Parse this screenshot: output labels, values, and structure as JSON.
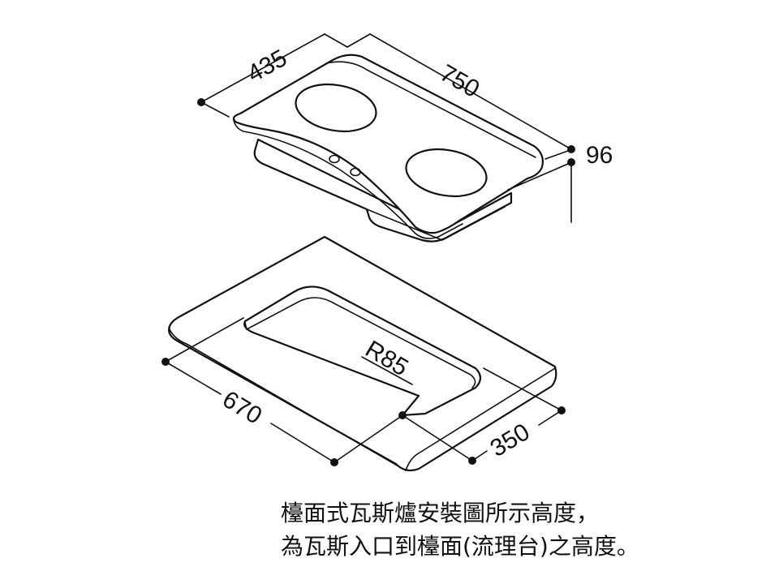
{
  "hob": {
    "depth_label": "435",
    "width_label": "750",
    "height_label": "96"
  },
  "cutout": {
    "radius_label": "R85",
    "width_label": "670",
    "depth_label": "350"
  },
  "caption": {
    "line1": "檯面式瓦斯爐安裝圖所示高度，",
    "line2": "為瓦斯入口到檯面(流理台)之高度。"
  }
}
